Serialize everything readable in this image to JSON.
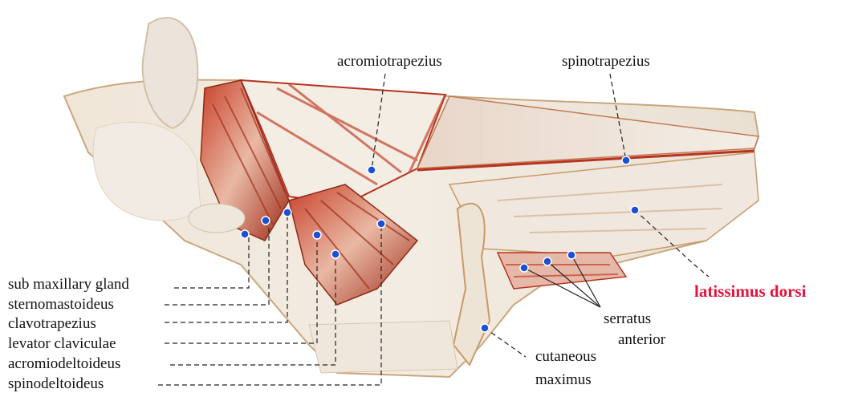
{
  "labels": {
    "acromiotrapezius": "acromiotrapezius",
    "spinotrapezius": "spinotrapezius",
    "latissimus_dorsi": "latissimus dorsi",
    "serratus_line1": "serratus",
    "serratus_line2": "anterior",
    "cutaneous_line1": "cutaneous",
    "cutaneous_line2": "maximus",
    "sub_maxillary_gland": "sub maxillary gland",
    "sternomastoideus": "sternomastoideus",
    "clavotrapezius": "clavotrapezius",
    "levator_claviculae": "levator claviculae",
    "acromiodeltoideus": "acromiodeltoideus",
    "spinodeltoideus": "spinodeltoideus"
  },
  "colors": {
    "marker": "#1a4fd6",
    "highlight_label": "#e0143c",
    "leader": "#222222",
    "muscle_red": "#b8321f",
    "muscle_tan": "#c99a6a",
    "tissue_light": "#efe9df"
  }
}
